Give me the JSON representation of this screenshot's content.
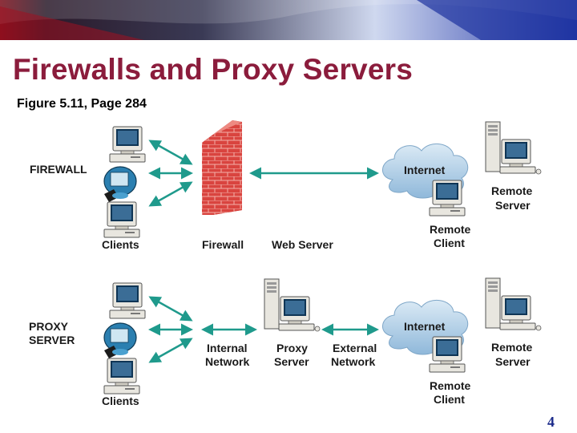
{
  "slide": {
    "title": "Firewalls and Proxy Servers",
    "subtitle": "Figure 5.11, Page 284",
    "page_number": "4"
  },
  "firewall_diagram": {
    "section_label": "FIREWALL",
    "clients_label": "Clients",
    "firewall_label": "Firewall",
    "web_server_label": "Web Server",
    "internet_label": "Internet",
    "remote_server_label": [
      "Remote",
      "Server"
    ],
    "remote_client_label": [
      "Remote",
      "Client"
    ]
  },
  "proxy_diagram": {
    "section_label": [
      "PROXY",
      "SERVER"
    ],
    "clients_label": "Clients",
    "internal_network_label": [
      "Internal",
      "Network"
    ],
    "proxy_server_label": [
      "Proxy",
      "Server"
    ],
    "external_network_label": [
      "External",
      "Network"
    ],
    "internet_label": "Internet",
    "remote_server_label": [
      "Remote",
      "Server"
    ],
    "remote_client_label": [
      "Remote",
      "Client"
    ]
  },
  "colors": {
    "title": "#8b1c3c",
    "arrow": "#1f9a8c",
    "brick": "#d9443f",
    "cloud": "#a9cbe3",
    "page_number": "#1a2a8a"
  }
}
